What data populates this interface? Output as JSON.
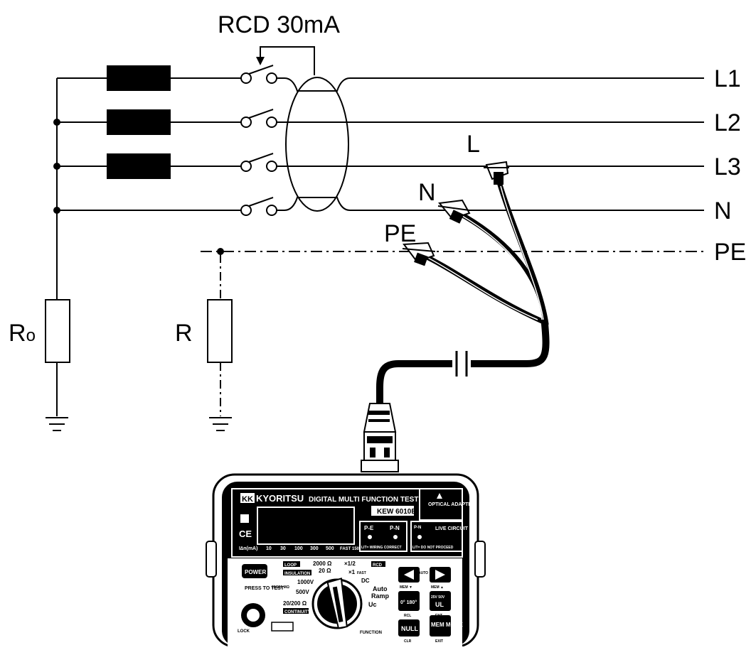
{
  "diagram": {
    "title": "RCD 30mA",
    "lines": {
      "l1": "L1",
      "l2": "L2",
      "l3": "L3",
      "n": "N",
      "pe": "PE"
    },
    "resistors": {
      "ro_main": "R",
      "ro_sub": "o",
      "r": "R"
    },
    "probes": {
      "l": "L",
      "n": "N",
      "pe": "PE"
    }
  },
  "device": {
    "brand": "KYORITSU",
    "model_title": "DIGITAL MULTI FUNCTION TESTER",
    "model": "KEW 6010B",
    "optical_adapter": "OPTICAL ADAPTER",
    "ce_mark": "CE",
    "indicators": {
      "pe": "P-E",
      "pn": "P-N",
      "wiring": "LIT= WIRING CORRECT",
      "live_circuit": "LIVE CIRCUIT",
      "do_not_proceed": "LIT= DO NOT PROCEED",
      "pn_icon": "P-N"
    },
    "scale": {
      "unit": "I∆n(mA)",
      "values": [
        "10",
        "30",
        "100",
        "300",
        "500"
      ],
      "fast": "FAST 150"
    },
    "buttons": {
      "power": "POWER",
      "press_to_test": "PRESS TO TEST",
      "lock": "LOCK",
      "null": "NULL",
      "clr": "CLR",
      "mem_mode": "MEM MODE",
      "exit": "EXIT",
      "phase": "0° 180°",
      "rcl": "RCL",
      "ul": "UL",
      "ul_vals": "25V 50V",
      "ent": "ENT",
      "mem_down": "MEM ▼",
      "mem_up": "MEM ▲",
      "auto": "AUTO"
    },
    "dial": {
      "loop": "LOOP",
      "insulation": "INSULATION",
      "r2000": "2000 Ω",
      "r20": "20 Ω",
      "v1000": "1000V",
      "r20_200": "20/200 MΩ",
      "v500": "500V",
      "r20_200_low": "20/200 Ω",
      "continuity": "CONTINUITY",
      "half": "×1/2",
      "x1": "×1",
      "fast": "FAST",
      "rcd": "RCD",
      "dc": "DC",
      "auto": "Auto",
      "ramp": "Ramp",
      "uc": "Uc",
      "function": "FUNCTION"
    }
  }
}
